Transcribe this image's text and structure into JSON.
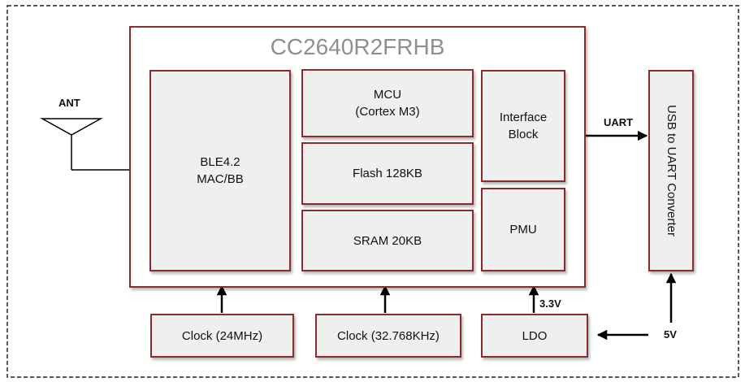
{
  "chip": {
    "title": "CC2640R2FRHB"
  },
  "blocks": {
    "ble": "BLE4.2\nMAC/BB",
    "mcu": "MCU\n(Cortex M3)",
    "flash": "Flash 128KB",
    "sram": "SRAM 20KB",
    "interface": "Interface\nBlock",
    "pmu": "PMU",
    "usb_uart": "USB to UART Converter",
    "clock_24": "Clock (24MHz)",
    "clock_32": "Clock (32.768KHz)",
    "ldo": "LDO"
  },
  "labels": {
    "ant": "ANT",
    "uart": "UART",
    "v33": "3.3V",
    "v5": "5V"
  },
  "colors": {
    "block_border": "#8b2a2f",
    "block_fill": "#efefef",
    "title_text": "#8f8f8f",
    "line": "#000000"
  }
}
